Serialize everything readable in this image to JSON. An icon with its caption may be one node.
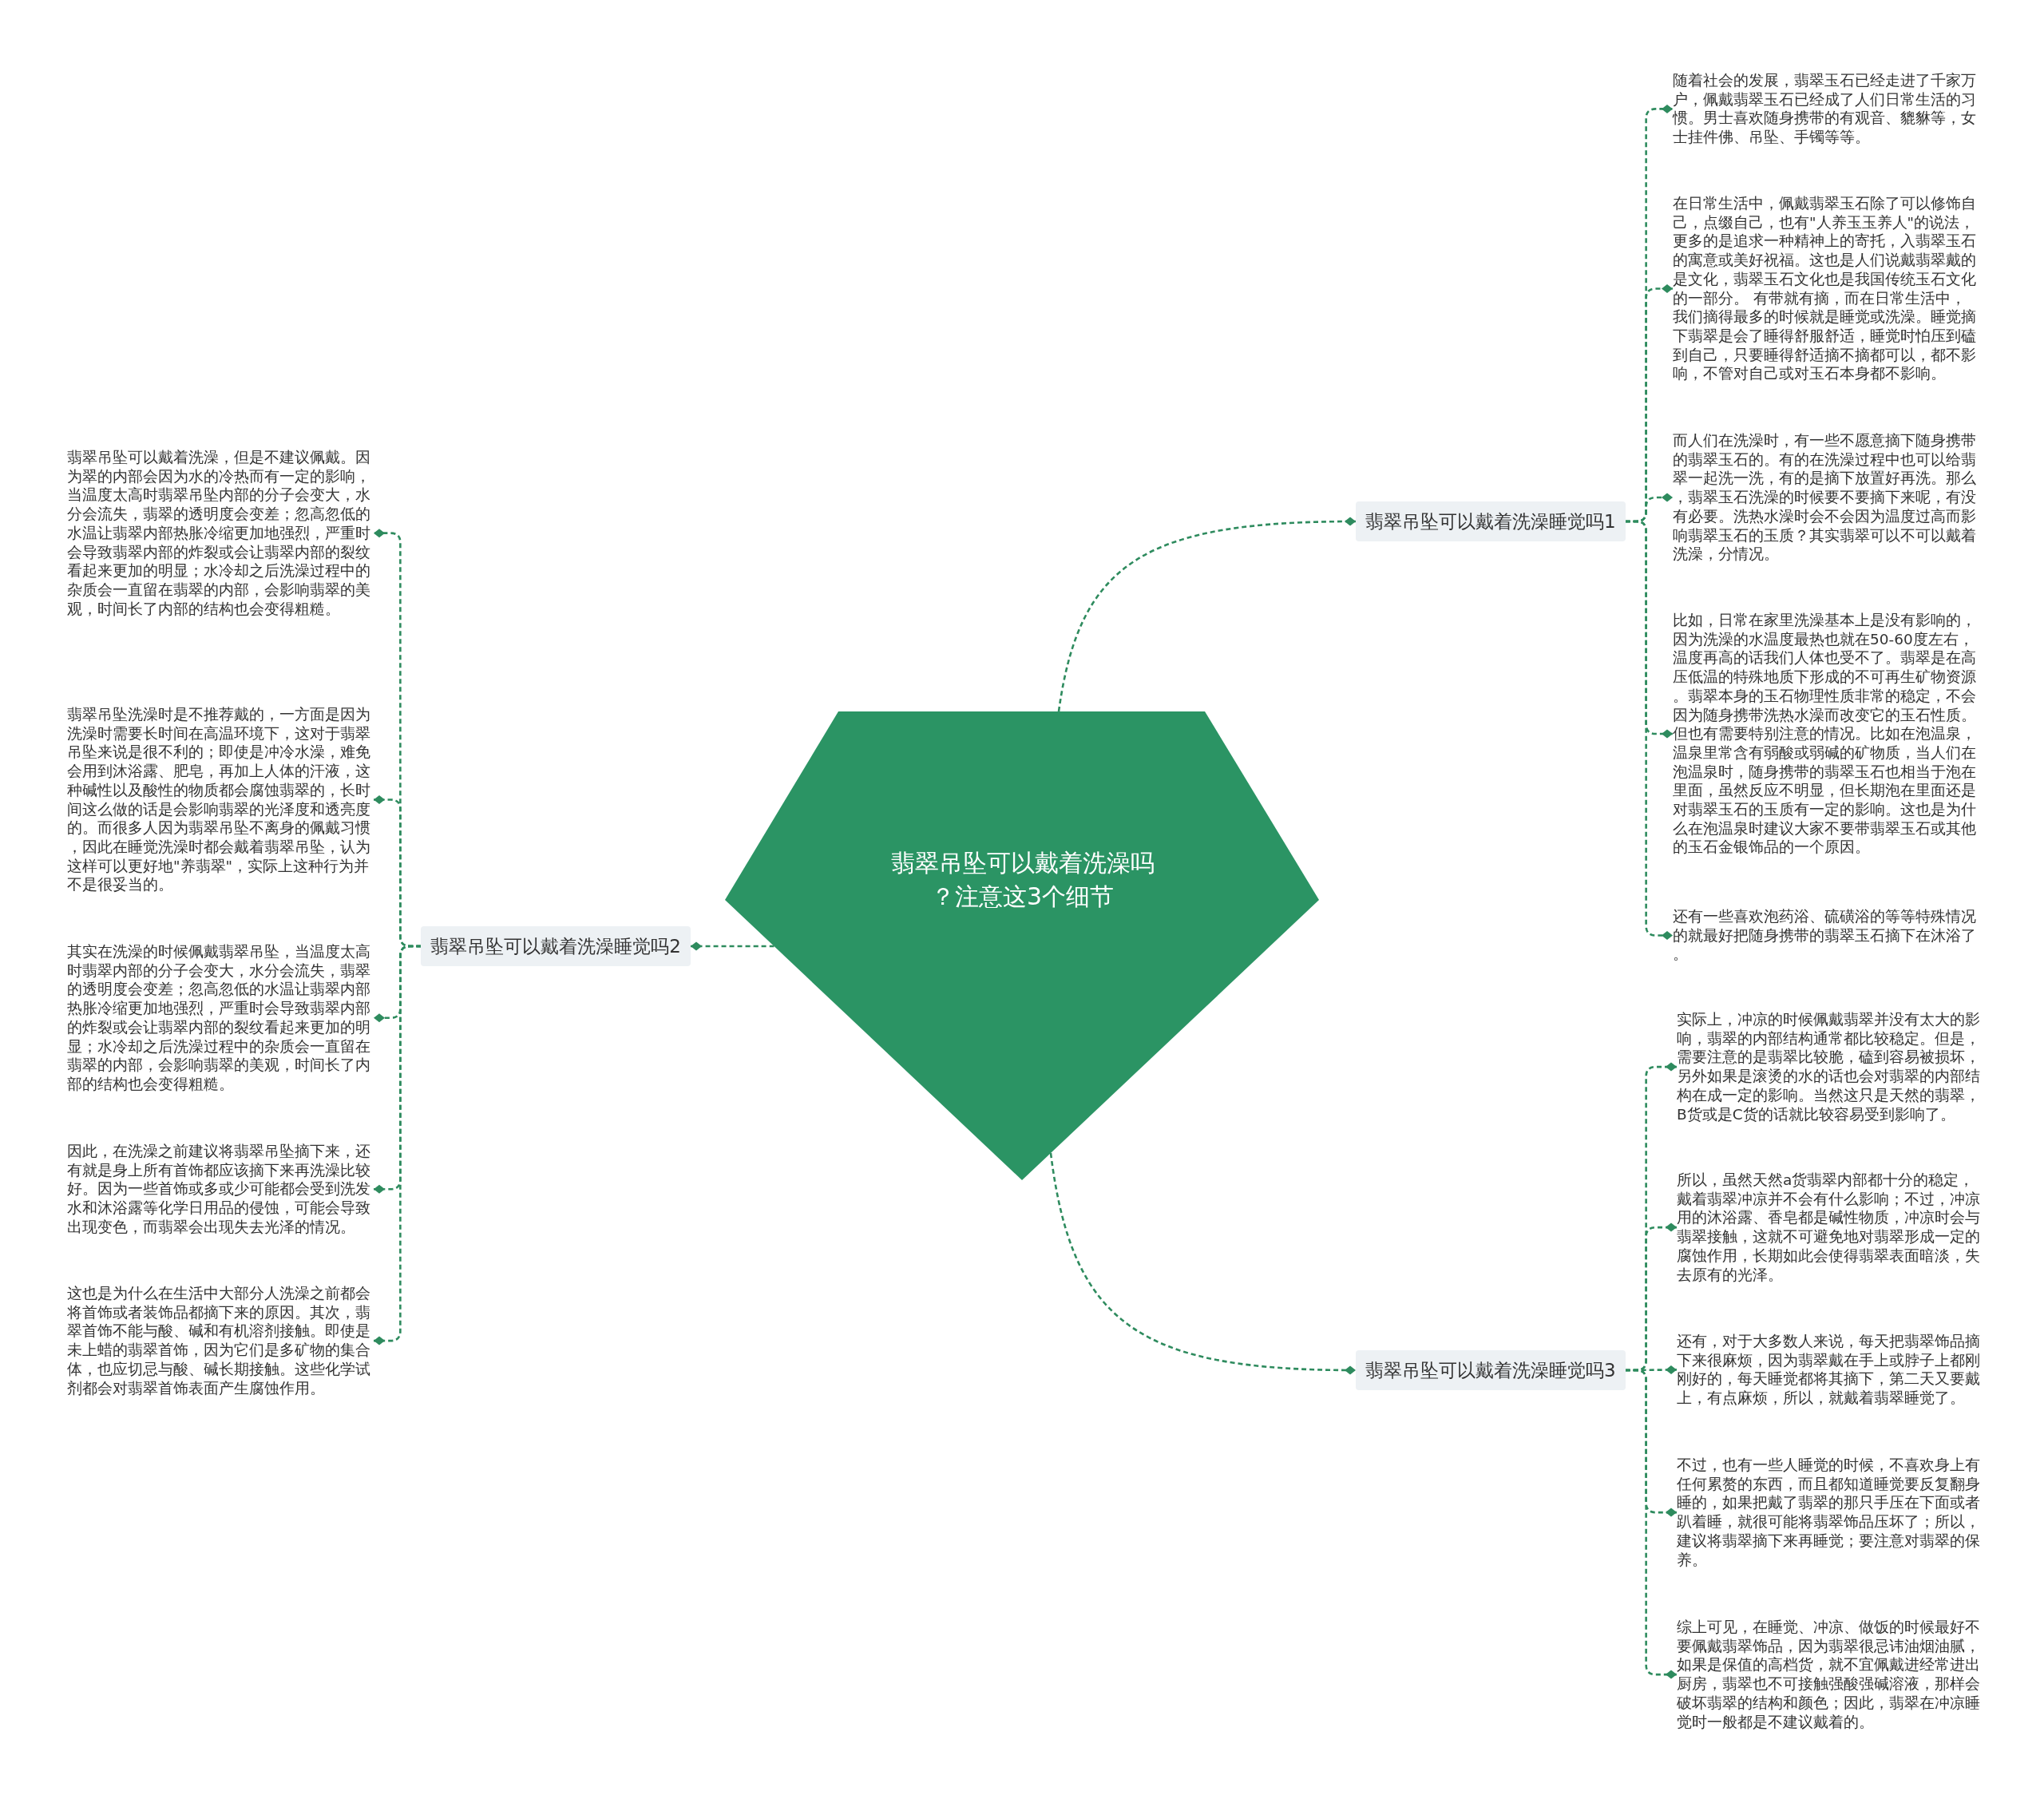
{
  "diagram": {
    "nodes": [
      {
        "text": [
          "翡翠吊坠可以戴着洗澡吗？注意这3个细节"
        ]
      },
      {
        "text": [
          "翡翠吊坠可以戴着洗澡睡觉吗1"
        ]
      },
      {
        "text": [
          "随着社会的发展，翡翠玉石已经走进了千家万户，佩戴翡翠玉石已经成了人们日常生活的习惯。男士喜欢随身携带的有观音、貔貅等，女士挂件佛、吊坠、手镯等等。"
        ]
      },
      {
        "text": [
          "在日常生活中，佩戴翡翠玉石除了可以修饰自己，点缀自己，也有\"人养玉玉养人\"的说法，更多的是追求一种精神上的寄托，入翡翠玉石的寓意或美好祝福。这也是人们说戴翡翠戴的是文化，翡翠玉石文化也是我国传统玉石文化的一部分。 有带就有摘，而在日常生活中，我们摘得最多的时候就是睡觉或洗澡。睡觉摘下翡翠是会了睡得舒服舒适，睡觉时怕压到磕到自己，只要睡得舒适摘不摘都可以，都不影响，不管对自己或对玉石本身都不影响。"
        ]
      },
      {
        "text": [
          "而人们在洗澡时，有一些不愿意摘下随身携带的翡翠玉石的。有的在洗澡过程中也可以给翡翠一起洗一洗，有的是摘下放置好再洗。那么，翡翠玉石洗澡的时候要不要摘下来呢，有没有必要。洗热水澡时会不会因为温度过高而影响翡翠玉石的玉质？其实翡翠可以不可以戴着洗澡，分情况。"
        ]
      },
      {
        "text": [
          "比如，日常在家里洗澡基本上是没有影响的，因为洗澡的水温度最热也就在50-60度左右，温度再高的话我们人体也受不了。翡翠是在高压低温的特殊地质下形成的不可再生矿物资源。翡翠本身的玉石物理性质非常的稳定，不会因为随身携带洗热水澡而改变它的玉石性质。但也有需要特别注意的情况。比如在泡温泉，温泉里常含有弱酸或弱碱的矿物质，当人们在泡温泉时，随身携带的翡翠玉石也相当于泡在里面，虽然反应不明显，但长期泡在里面还是对翡翠玉石的玉质有一定的影响。这也是为什么在泡温泉时建议大家不要带翡翠玉石或其他的玉石金银饰品的一个原因。"
        ]
      },
      {
        "text": [
          "还有一些喜欢泡药浴、硫磺浴的等等特殊情况的就最好把随身携带的翡翠玉石摘下在沐浴了。"
        ]
      },
      {
        "text": [
          "翡翠吊坠可以戴着洗澡睡觉吗2"
        ]
      },
      {
        "text": [
          "翡翠吊坠可以戴着洗澡，但是不建议佩戴。因为翠的内部会因为水的冷热而有一定的影响，当温度太高时翡翠吊坠内部的分子会变大，水分会流失，翡翠的透明度会变差；忽高忽低的水温让翡翠内部热胀冷缩更加地强烈，严重时会导致翡翠内部的炸裂或会让翡翠内部的裂纹看起来更加的明显；水冷却之后洗澡过程中的杂质会一直留在翡翠的内部，会影响翡翠的美观，时间长了内部的结构也会变得粗糙。"
        ]
      },
      {
        "text": [
          "翡翠吊坠洗澡时是不推荐戴的，一方面是因为洗澡时需要长时间在高温环境下，这对于翡翠吊坠来说是很不利的；即使是冲冷水澡，难免会用到沐浴露、肥皂，再加上人体的汗液，这种碱性以及酸性的物质都会腐蚀翡翠的，长时间这么做的话是会影响翡翠的光泽度和透亮度的。而很多人因为翡翠吊坠不离身的佩戴习惯，因此在睡觉洗澡时都会戴着翡翠吊坠，认为这样可以更好地\"养翡翠\"，实际上这种行为并不是很妥当的。"
        ]
      },
      {
        "text": [
          "其实在洗澡的时候佩戴翡翠吊坠，当温度太高时翡翠内部的分子会变大，水分会流失，翡翠的透明度会变差；忽高忽低的水温让翡翠内部热胀冷缩更加地强烈，严重时会导致翡翠内部的炸裂或会让翡翠内部的裂纹看起来更加的明显；水冷却之后洗澡过程中的杂质会一直留在翡翠的内部，会影响翡翠的美观，时间长了内部的结构也会变得粗糙。"
        ]
      },
      {
        "text": [
          "因此，在洗澡之前建议将翡翠吊坠摘下来，还有就是身上所有首饰都应该摘下来再洗澡比较好。因为一些首饰或多或少可能都会受到洗发水和沐浴露等化学日用品的侵蚀，可能会导致出现变色，而翡翠会出现失去光泽的情况。"
        ]
      },
      {
        "text": [
          "这也是为什么在生活中大部分人洗澡之前都会将首饰或者装饰品都摘下来的原因。其次，翡翠首饰不能与酸、碱和有机溶剂接触。即使是未上蜡的翡翠首饰，因为它们是多矿物的集合体，也应切忌与酸、碱长期接触。这些化学试剂都会对翡翠首饰表面产生腐蚀作用。"
        ]
      },
      {
        "text": [
          "翡翠吊坠可以戴着洗澡睡觉吗3"
        ]
      },
      {
        "text": [
          "实际上，冲凉的时候佩戴翡翠并没有太大的影响，翡翠的内部结构通常都比较稳定。但是，需要注意的是翡翠比较脆，磕到容易被损坏，另外如果是滚烫的水的话也会对翡翠的内部结构在成一定的影响。当然这只是天然的翡翠，B货或是C货的话就比较容易受到影响了。"
        ]
      },
      {
        "text": [
          "所以，虽然天然a货翡翠内部都十分的稳定，戴着翡翠冲凉并不会有什么影响；不过，冲凉用的沐浴露、香皂都是碱性物质，冲凉时会与翡翠接触，这就不可避免地对翡翠形成一定的腐蚀作用，长期如此会使得翡翠表面暗淡，失去原有的光泽。"
        ]
      },
      {
        "text": [
          "还有，对于大多数人来说，每天把翡翠饰品摘下来很麻烦，因为翡翠戴在手上或脖子上都刚刚好的，每天睡觉都将其摘下，第二天又要戴上，有点麻烦，所以，就戴着翡翠睡觉了。"
        ]
      },
      {
        "text": [
          "不过，也有一些人睡觉的时候，不喜欢身上有任何累赘的东西，而且都知道睡觉要反复翻身睡的，如果把戴了翡翠的那只手压在下面或者趴着睡，就很可能将翡翠饰品压坏了；所以，建议将翡翠摘下来再睡觉；要注意对翡翠的保养。"
        ]
      },
      {
        "text": [
          "综上可见，在睡觉、冲凉、做饭的时候最好不要佩戴翡翠饰品，因为翡翠很忌讳油烟油腻，如果是保值的高档货，就不宜佩戴进经常进出厨房，翡翠也不可接触强酸强碱溶液，那样会破坏翡翠的结构和颜色；因此，翡翠在冲凉睡觉时一般都是不建议戴着的。"
        ]
      }
    ],
    "edges": [
      {
        "from": 0,
        "to": 1,
        "arrow": "other",
        "style": "dashed"
      },
      {
        "from": 1,
        "to": 2,
        "arrow": "other",
        "style": "dashed"
      },
      {
        "from": 1,
        "to": 3,
        "arrow": "other",
        "style": "dashed"
      },
      {
        "from": 1,
        "to": 4,
        "arrow": "other",
        "style": "dashed"
      },
      {
        "from": 1,
        "to": 5,
        "arrow": "other",
        "style": "dashed"
      },
      {
        "from": 1,
        "to": 6,
        "arrow": "other",
        "style": "dashed"
      },
      {
        "from": 0,
        "to": 7,
        "arrow": "other",
        "style": "dashed"
      },
      {
        "from": 7,
        "to": 8,
        "arrow": "other",
        "style": "dashed"
      },
      {
        "from": 7,
        "to": 9,
        "arrow": "other",
        "style": "dashed"
      },
      {
        "from": 7,
        "to": 10,
        "arrow": "other",
        "style": "dashed"
      },
      {
        "from": 7,
        "to": 11,
        "arrow": "other",
        "style": "dashed"
      },
      {
        "from": 7,
        "to": 12,
        "arrow": "other",
        "style": "dashed"
      },
      {
        "from": 0,
        "to": 13,
        "arrow": "other",
        "style": "dashed"
      },
      {
        "from": 13,
        "to": 14,
        "arrow": "other",
        "style": "dashed"
      },
      {
        "from": 13,
        "to": 15,
        "arrow": "other",
        "style": "dashed"
      },
      {
        "from": 13,
        "to": 16,
        "arrow": "other",
        "style": "dashed"
      },
      {
        "from": 13,
        "to": 17,
        "arrow": "other",
        "style": "dashed"
      },
      {
        "from": 13,
        "to": 18,
        "arrow": "other",
        "style": "dashed"
      }
    ]
  }
}
